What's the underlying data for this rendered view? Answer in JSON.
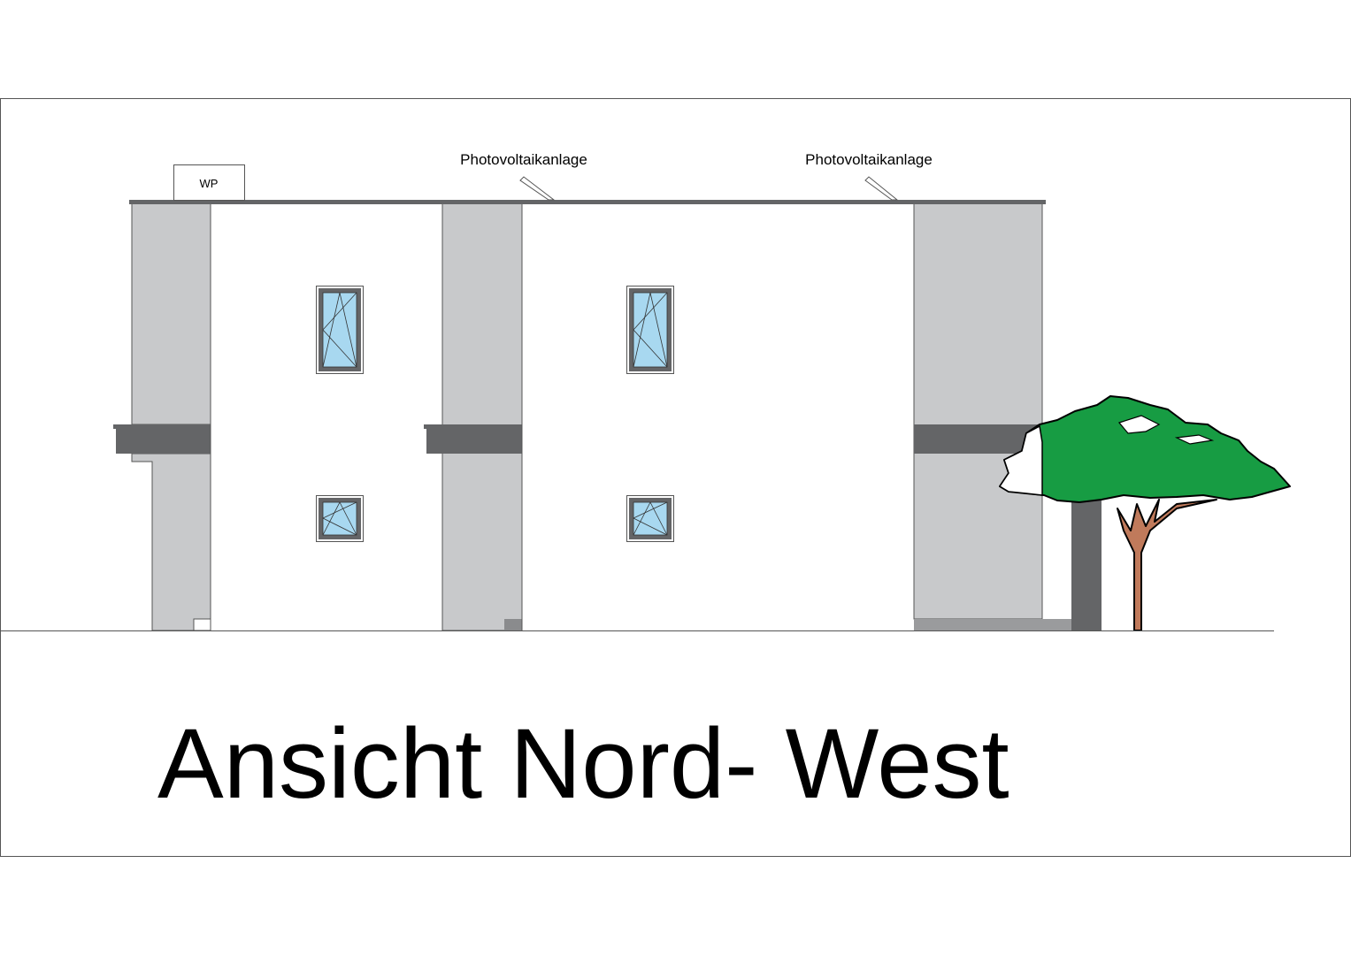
{
  "drawing": {
    "title": "Ansicht Nord- West",
    "labels": {
      "heat_pump": "WP",
      "pv_left": "Photovoltaikanlage",
      "pv_right": "Photovoltaikanlage"
    },
    "colors": {
      "pillar": "#c8c9cb",
      "band": "#646567",
      "window_glass": "#a8d8f0",
      "tree_crown": "#179c43",
      "tree_trunk": "#c07a5b"
    }
  }
}
